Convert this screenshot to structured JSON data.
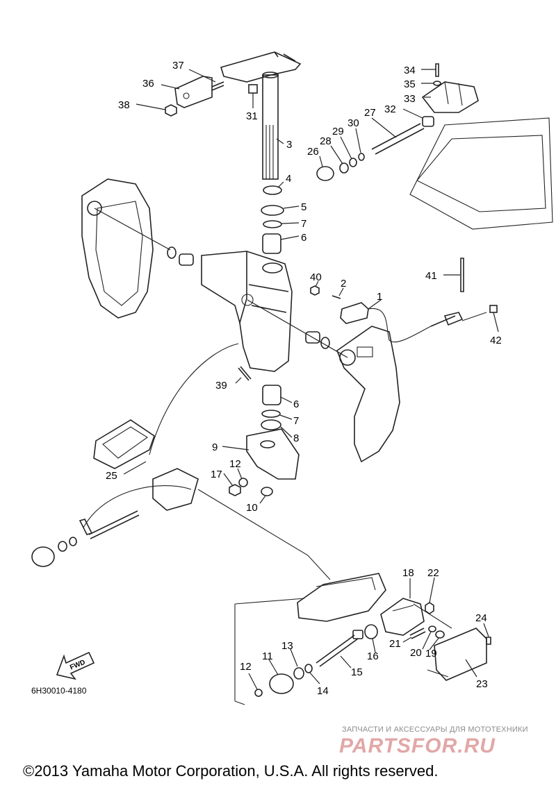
{
  "diagram": {
    "labels": [
      {
        "id": "37",
        "text": "37"
      },
      {
        "id": "36",
        "text": "36"
      },
      {
        "id": "38",
        "text": "38"
      },
      {
        "id": "31",
        "text": "31"
      },
      {
        "id": "3",
        "text": "3"
      },
      {
        "id": "34",
        "text": "34"
      },
      {
        "id": "35",
        "text": "35"
      },
      {
        "id": "33",
        "text": "33"
      },
      {
        "id": "32",
        "text": "32"
      },
      {
        "id": "27",
        "text": "27"
      },
      {
        "id": "30",
        "text": "30"
      },
      {
        "id": "29",
        "text": "29"
      },
      {
        "id": "28",
        "text": "28"
      },
      {
        "id": "26",
        "text": "26"
      },
      {
        "id": "4",
        "text": "4"
      },
      {
        "id": "5",
        "text": "5"
      },
      {
        "id": "7a",
        "text": "7"
      },
      {
        "id": "6a",
        "text": "6"
      },
      {
        "id": "40",
        "text": "40"
      },
      {
        "id": "2",
        "text": "2"
      },
      {
        "id": "1",
        "text": "1"
      },
      {
        "id": "41",
        "text": "41"
      },
      {
        "id": "42",
        "text": "42"
      },
      {
        "id": "39",
        "text": "39"
      },
      {
        "id": "6b",
        "text": "6"
      },
      {
        "id": "7b",
        "text": "7"
      },
      {
        "id": "8",
        "text": "8"
      },
      {
        "id": "9",
        "text": "9"
      },
      {
        "id": "12a",
        "text": "12"
      },
      {
        "id": "17",
        "text": "17"
      },
      {
        "id": "25",
        "text": "25"
      },
      {
        "id": "10",
        "text": "10"
      },
      {
        "id": "18",
        "text": "18"
      },
      {
        "id": "22",
        "text": "22"
      },
      {
        "id": "24",
        "text": "24"
      },
      {
        "id": "21",
        "text": "21"
      },
      {
        "id": "20",
        "text": "20"
      },
      {
        "id": "19",
        "text": "19"
      },
      {
        "id": "16",
        "text": "16"
      },
      {
        "id": "23",
        "text": "23"
      },
      {
        "id": "15",
        "text": "15"
      },
      {
        "id": "13",
        "text": "13"
      },
      {
        "id": "11",
        "text": "11"
      },
      {
        "id": "12b",
        "text": "12"
      },
      {
        "id": "14",
        "text": "14"
      }
    ],
    "fwd_label": "FWD",
    "drawing_code": "6H30010-4180"
  },
  "watermark": {
    "tagline": "ЗАПЧАСТИ И АКСЕССУАРЫ ДЛЯ МОТОТЕХНИКИ",
    "logo": "PARTSFOR.RU"
  },
  "footer": {
    "copyright": "©2013 Yamaha Motor Corporation, U.S.A. All rights reserved."
  }
}
